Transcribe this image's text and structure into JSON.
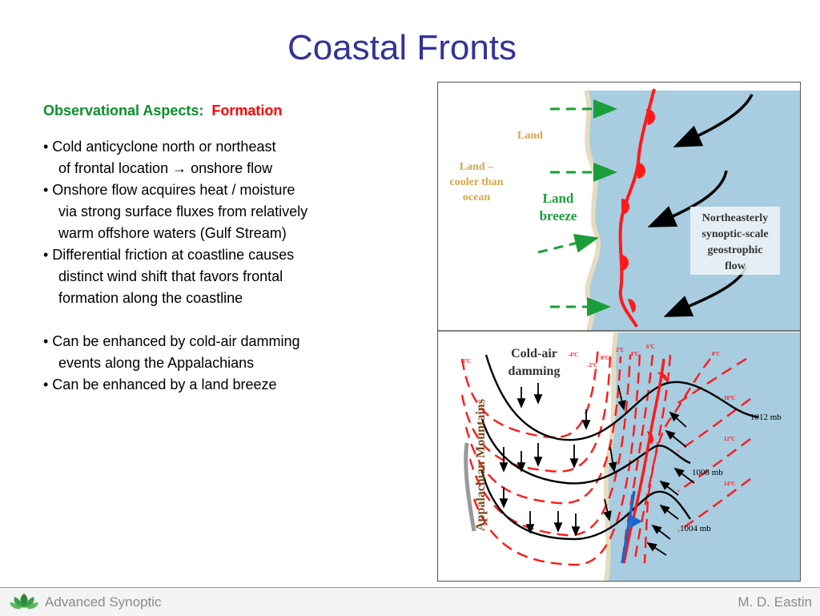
{
  "slide": {
    "title": "Coastal Fronts",
    "heading_a": "Observational Aspects:",
    "heading_b": "Formation",
    "bullets": [
      "• Cold anticyclone north or northeast",
      "of frontal location → onshore flow",
      "• Onshore flow acquires heat / moisture",
      "via strong surface fluxes from relatively",
      "warm offshore waters (Gulf Stream)",
      "• Differential friction at coastline causes",
      "distinct wind shift that favors frontal",
      "formation along the coastline",
      "• Can be enhanced by cold-air damming",
      "events along the Appalachians",
      "• Can be enhanced by a land breeze"
    ]
  },
  "diagram_top": {
    "land": "Land",
    "land_cooler": [
      "Land –",
      "cooler than",
      "ocean"
    ],
    "land_breeze": [
      "Land",
      "breeze"
    ],
    "flow_box": [
      "Northeasterly",
      "synoptic-scale",
      "geostrophic",
      "flow"
    ]
  },
  "diagram_bottom": {
    "cad": [
      "Cold-air",
      "damming"
    ],
    "mountains": "Appalachian Mountains",
    "isobars": [
      "1012 mb",
      "1008 mb",
      "1004 mb"
    ],
    "temps": [
      "-2ºC",
      "-4ºC",
      "-2ºC",
      "0ºC",
      "2ºC",
      "4ºC",
      "6ºC",
      "8ºC",
      "10ºC",
      "12ºC",
      "14ºC"
    ]
  },
  "footer": {
    "left": "Advanced Synoptic",
    "right": "M. D. Eastin"
  },
  "colors": {
    "title": "#333399",
    "heading_green": "#0a8f2a",
    "heading_red": "#ff0000",
    "ocean": "#a8cce0",
    "front_red": "#ff1a1a",
    "breeze_green": "#1a9e3a",
    "cold_front_blue": "#1a66cc"
  }
}
